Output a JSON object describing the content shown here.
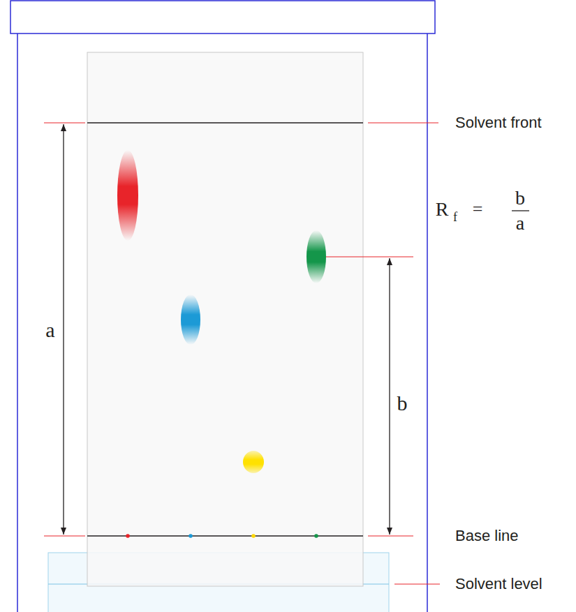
{
  "diagram": {
    "labels": [
      "Solvent front",
      "R",
      "f",
      "=",
      "b",
      "a",
      "a",
      "b",
      "Base line",
      "Solvent level"
    ]
  }
}
